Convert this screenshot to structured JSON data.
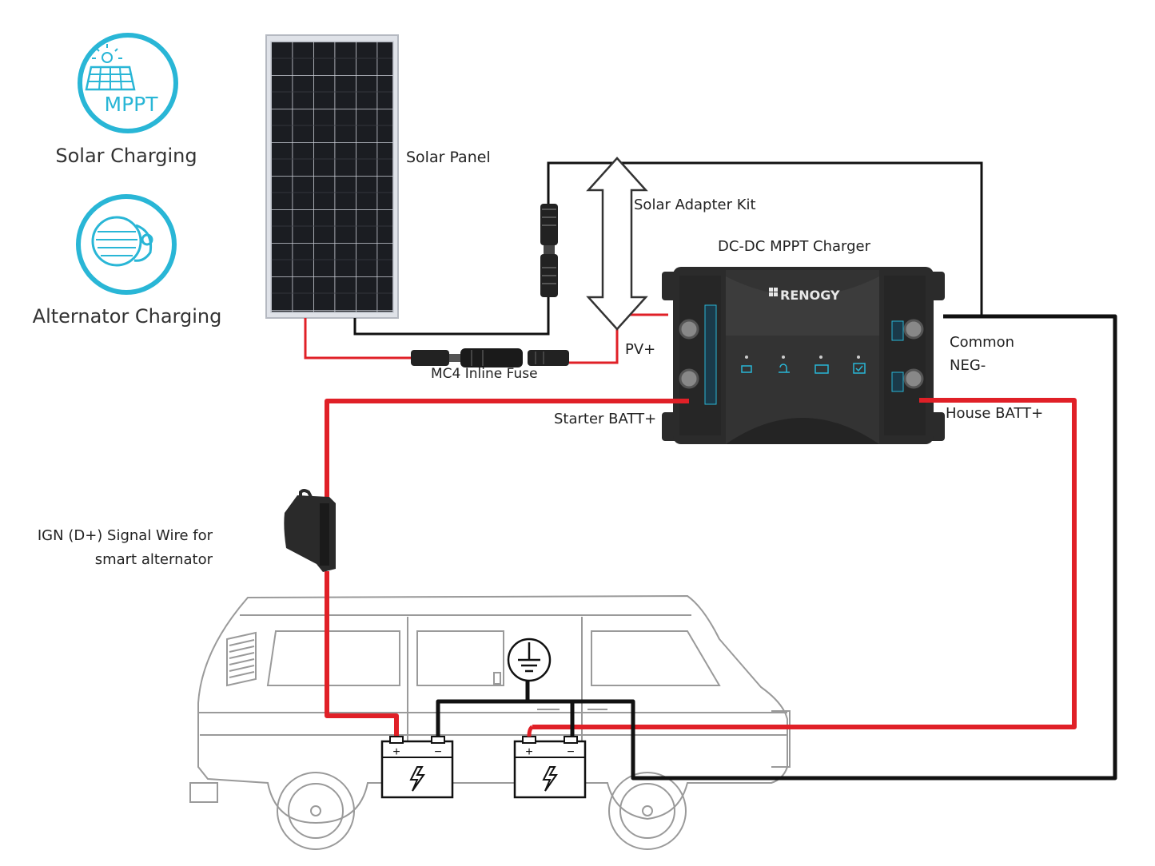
{
  "icons": {
    "solar": {
      "badge": "MPPT",
      "caption": "Solar Charging",
      "name": "mppt-solar-icon"
    },
    "alternator": {
      "caption": "Alternator Charging",
      "name": "alternator-icon"
    }
  },
  "labels": {
    "solar_panel": "Solar Panel",
    "solar_adapter_kit": "Solar Adapter Kit",
    "charger_title": "DC-DC MPPT Charger",
    "pv_plus": "PV+",
    "mc4_fuse": "MC4 Inline Fuse",
    "starter_batt": "Starter BATT+",
    "common_neg_line1": "Common",
    "common_neg_line2": "NEG-",
    "house_batt": "House BATT+",
    "ign_line1": "IGN (D+) Signal Wire for",
    "ign_line2": "smart alternator"
  },
  "charger": {
    "brand": "RENOGY"
  },
  "batteries": {
    "plus": "+",
    "minus": "−"
  },
  "colors": {
    "accent": "#29b6d6",
    "positive_wire": "#e02027",
    "negative_wire": "#111111",
    "charger_body": "#2b2b2b",
    "outline": "#9a9a9a"
  }
}
